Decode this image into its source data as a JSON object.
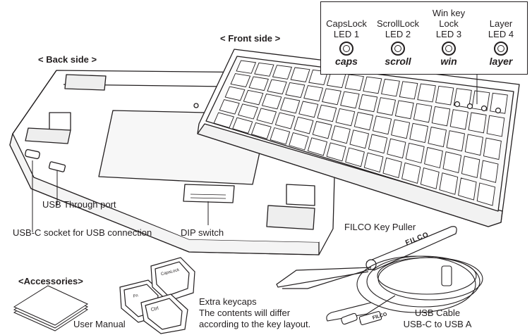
{
  "front_side": "< Front side >",
  "back_side": "< Back side >",
  "leds": [
    {
      "name_lines": [
        "",
        "CapsLock",
        "LED 1"
      ],
      "tag": "caps"
    },
    {
      "name_lines": [
        "",
        "ScrollLock",
        "LED 2"
      ],
      "tag": "scroll"
    },
    {
      "name_lines": [
        "Win key",
        "Lock",
        "LED 3"
      ],
      "tag": "win"
    },
    {
      "name_lines": [
        "",
        "Layer",
        "LED 4"
      ],
      "tag": "layer"
    }
  ],
  "usb_through_port": "USB Through port",
  "usb_c_socket": "USB-C socket for USB connection",
  "dip_switch": "DIP switch",
  "key_puller": "FILCO Key Puller",
  "accessories": "<Accessories>",
  "user_manual": "User Manual",
  "extra_keycaps": [
    "Extra keycaps",
    "The contents will differ",
    "according to the key layout."
  ],
  "usb_cable": [
    "USB Cable",
    "USB-C to USB A"
  ],
  "keycap_labels": {
    "fn": "Fn",
    "capslock": "CapsLock",
    "ctrl": "Ctrl"
  },
  "brand": "FILCO"
}
